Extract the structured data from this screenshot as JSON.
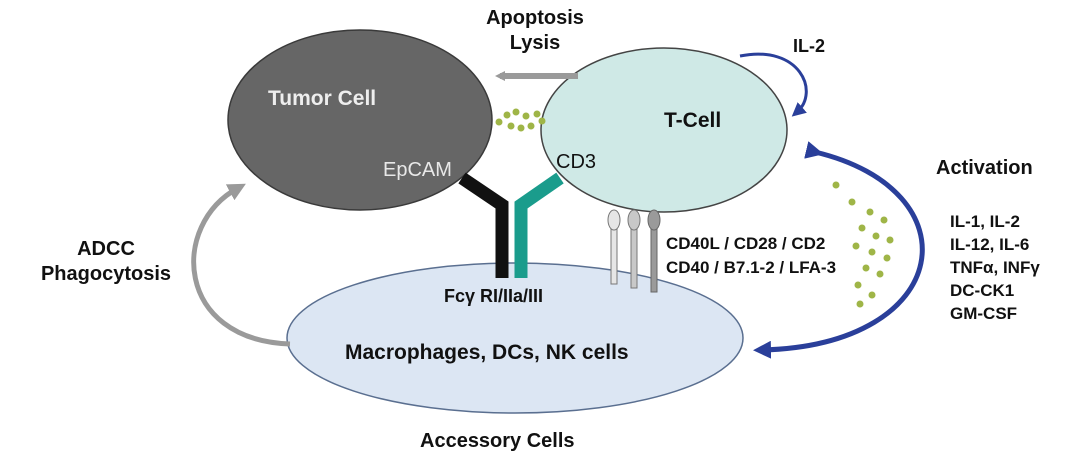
{
  "labels": {
    "tumor_cell": "Tumor Cell",
    "epcam": "EpCAM",
    "t_cell": "T-Cell",
    "cd3": "CD3",
    "apoptosis": "Apoptosis",
    "lysis": "Lysis",
    "il2": "IL-2",
    "activation": "Activation",
    "cytokines": [
      "IL-1, IL-2",
      "IL-12, IL-6",
      "TNFα, INFγ",
      "DC-CK1",
      "GM-CSF"
    ],
    "adcc": "ADCC",
    "phagocytosis": "Phagocytosis",
    "costim_top": "CD40L / CD28 / CD2",
    "costim_bottom": "CD40 / B7.1-2 / LFA-3",
    "fc_receptor": "Fcγ RI/IIa/III",
    "accessory_cell_types": "Macrophages, DCs, NK cells",
    "accessory_cells": "Accessory Cells"
  },
  "colors": {
    "tumor_cell": "#666666",
    "t_cell": "#cfe9e6",
    "accessory_cell": "#dce6f3",
    "antibody_left": "#111111",
    "antibody_right": "#1a9c8c",
    "arrow_blue": "#2a3f9a",
    "arrow_gray": "#9a9a9a",
    "cytokine_dots": "#9fb547"
  }
}
